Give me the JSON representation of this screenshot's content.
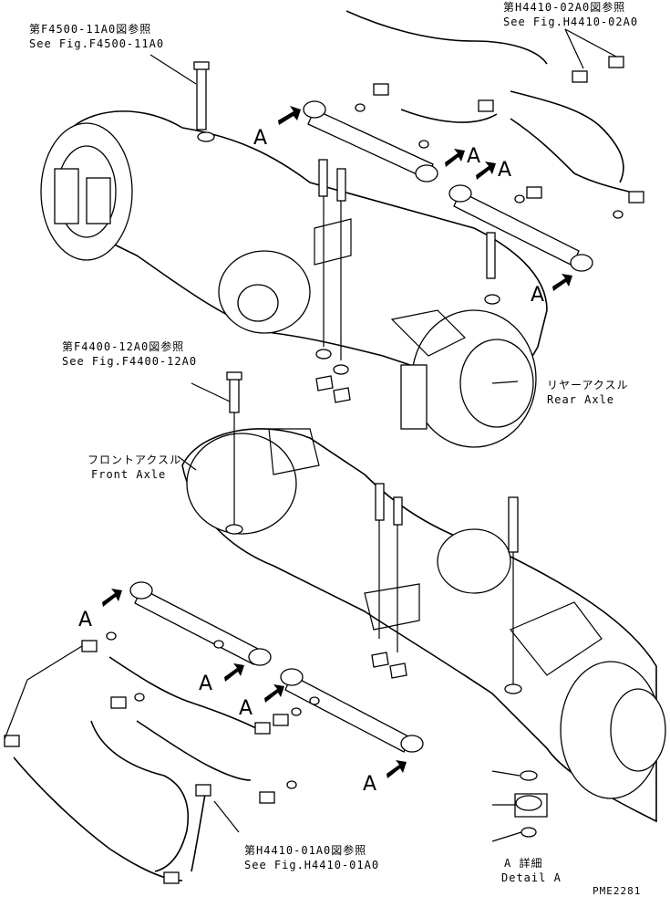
{
  "references": {
    "f4500_jp": "第F4500-11A0図参照",
    "f4500_en": "See Fig.F4500-11A0",
    "h4410_02_jp": "第H4410-02A0図参照",
    "h4410_02_en": "See Fig.H4410-02A0",
    "f4400_jp": "第F4400-12A0図参照",
    "f4400_en": "See Fig.F4400-12A0",
    "h4410_01_jp": "第H4410-01A0図参照",
    "h4410_01_en": "See Fig.H4410-01A0"
  },
  "axles": {
    "rear_jp": "リヤーアクスル",
    "rear_en": "Rear Axle",
    "front_jp": "フロントアクスル",
    "front_en": "Front Axle"
  },
  "detail": {
    "jp": "A 詳細",
    "en": "Detail A"
  },
  "callout_letter": "A",
  "drawing_code": "PME2281"
}
